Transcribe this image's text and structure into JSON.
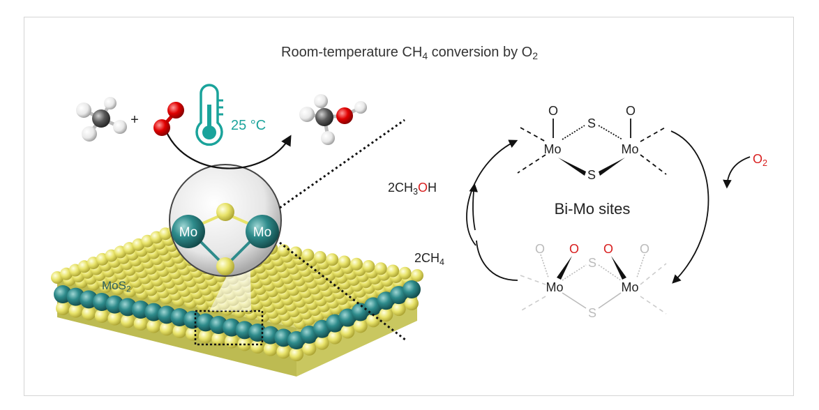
{
  "title": {
    "main": "Room-temperature CH",
    "sub1": "4",
    "mid": " conversion by O",
    "sub2": "2"
  },
  "reaction": {
    "plus": "+",
    "temperature": "25 °C"
  },
  "bubble": {
    "mo_left": "Mo",
    "mo_right": "Mo"
  },
  "material": {
    "label_main": "MoS",
    "label_sub": "2"
  },
  "cycle": {
    "sites_label": "Bi-Mo sites",
    "product_pre": "2CH",
    "product_sub": "3",
    "product_o": "O",
    "product_h": "H",
    "reactant_pre": "2CH",
    "reactant_sub": "4",
    "oxidant_pre": "O",
    "oxidant_sub": "2",
    "top": {
      "o_left": "O",
      "o_right": "O",
      "s_top": "S",
      "s_bottom": "S",
      "mo_left": "Mo",
      "mo_right": "Mo"
    },
    "bottom": {
      "o1": "O",
      "o2": "O",
      "o3": "O",
      "o4": "O",
      "s_top": "S",
      "s_bottom": "S",
      "mo_left": "Mo",
      "mo_right": "Mo"
    }
  },
  "colors": {
    "teal": "#2e8b8b",
    "sulfur": "#e7e35a",
    "oxygen_red": "#d81e1e",
    "carbon": "#555555",
    "thermo": "#1aa39b",
    "grey": "#bbbbbb"
  }
}
